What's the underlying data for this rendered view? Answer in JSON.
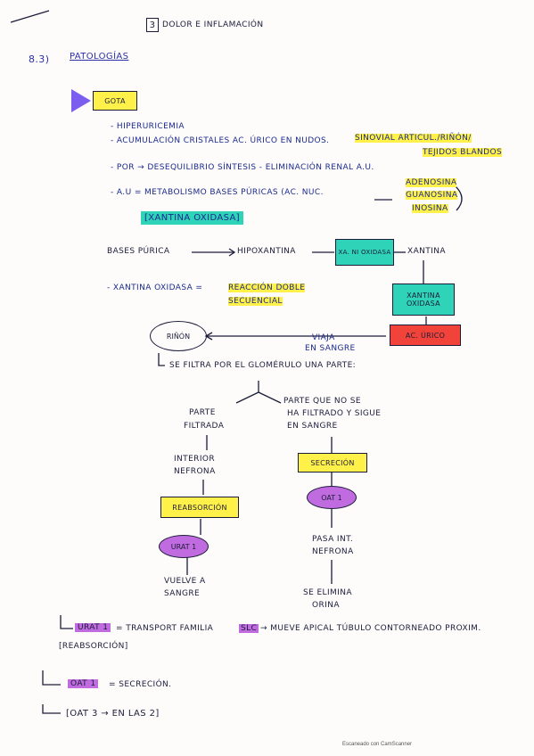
{
  "header": {
    "chapter_number": "3",
    "chapter_title": "Dolor e inflamación"
  },
  "section": {
    "number": "8.3)",
    "title": "Patologías"
  },
  "gota": {
    "label": "Gota",
    "points": [
      "- Hiperuricemia",
      "- Acumulación cristales ac. úrico en nudos.",
      "Sinovial articul./riñón/",
      "tejidos blandos",
      "- Por → desequilibrio síntesis - eliminación renal A.U.",
      "- A.U = metabolismo bases púricas (ac. nuc.",
      "Adenosina",
      "Guanosina",
      "Inosina"
    ],
    "enzyme": "[Xantina oxidasa]"
  },
  "pathway": {
    "bases": "Bases púrica",
    "hipoxantina": "Hipoxantina",
    "xo_box": "Xa. ni oxidasa",
    "xantina": "Xantina",
    "xo_note": "- Xantina oxidasa =",
    "xo_reaction": "Reacción doble",
    "xo_reaction_2": "secuencial",
    "xo_box2": "Xantina oxidasa",
    "ac_urico": "Ac. úrico",
    "viaja": "Viaja",
    "en_sangre": "en sangre",
    "rinon": "Riñón",
    "filtra": "Se filtra por el glomérulo una parte:"
  },
  "branches": {
    "left_title": "Parte",
    "left_title_2": "filtrada",
    "left_next": "Interior",
    "left_next_2": "nefrona",
    "reabsorcion": "Reabsorción",
    "urat1": "URAT 1",
    "vuelve": "Vuelve a",
    "vuelve_2": "sangre",
    "right_title": "Parte que no se",
    "right_title_2": "ha filtrado y sigue",
    "right_title_3": "en sangre",
    "secrecion": "Secreción",
    "oat1": "OAT 1",
    "pasa": "Pasa int.",
    "pasa_2": "nefrona",
    "elimina": "Se elimina",
    "elimina_2": "orina"
  },
  "footer": {
    "urat_label": "URAT 1",
    "urat_text": "= transport familia",
    "slc": "SLC",
    "urat_text_2": "→ mueve apical túbulo contorneado proxim.",
    "reab": "[Reabsorción]",
    "oat1_label": "OAT 1",
    "oat1_text": "= secreción.",
    "oat3_text": "[OAT 3 → en las 2]",
    "scanner": "Escaneado con CamScanner"
  },
  "colors": {
    "highlight_yellow": "#fff14a",
    "highlight_teal": "#2fd3b8",
    "highlight_purple": "#c06ce0",
    "highlight_red": "#f2433a"
  }
}
